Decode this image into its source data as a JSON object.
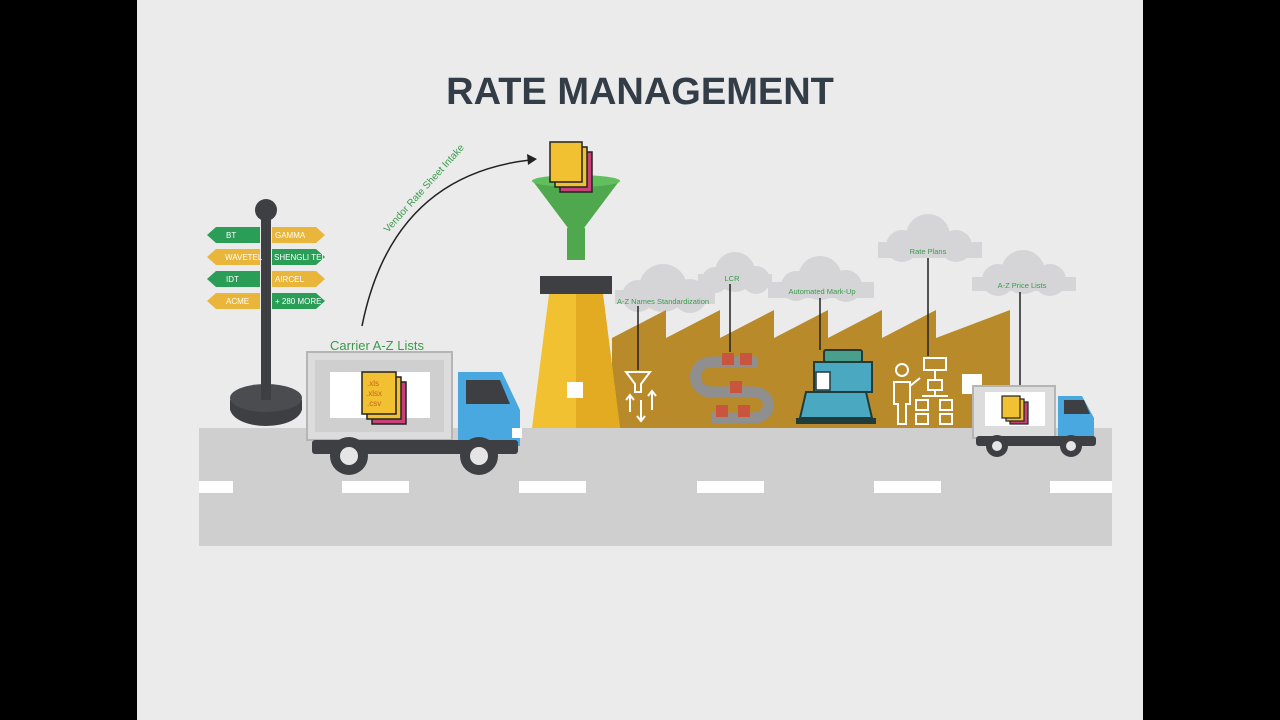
{
  "title": "RATE MANAGEMENT",
  "carrier_label": "Carrier A-Z Lists",
  "intake_label": "Vendor Rate Sheet Intake",
  "file_types": [
    ".xls",
    ".xlsx",
    ".csv"
  ],
  "signpost": {
    "left": [
      "BT",
      "WAVETEL",
      "IDT",
      "ACME"
    ],
    "right": [
      "GAMMA",
      "SHENGLI TEL",
      "AIRCEL",
      "+ 280 MORE"
    ]
  },
  "stages": {
    "standardization": "A-Z Names Standardization",
    "lcr": "LCR",
    "markup": "Automated Mark-Up",
    "rate_plans": "Rate Plans",
    "price_lists": "A-Z Price Lists"
  },
  "colors": {
    "title": "#333d47",
    "sign_green": "#2a9d57",
    "sign_yellow": "#e9b53a",
    "funnel_green": "#4fa84d",
    "tower_yellow": "#f2c131",
    "factory": "#b88a2a",
    "truck_blue": "#4aa8e0",
    "road": "#cfcfcf",
    "label_green": "#3a9a4a"
  }
}
